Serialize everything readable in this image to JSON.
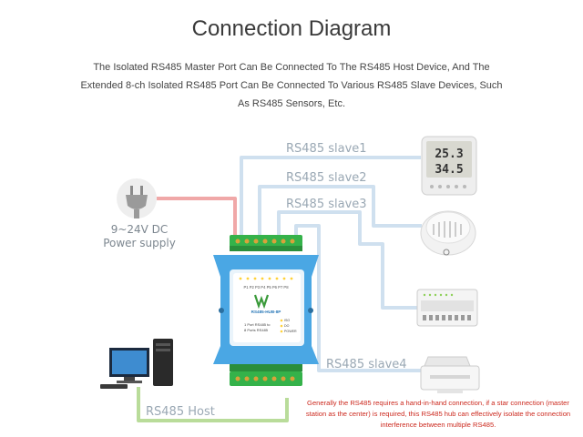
{
  "header": {
    "title": "Connection Diagram",
    "intro_line1": "The Isolated RS485 Master Port Can Be Connected To The RS485 Host Device, And The",
    "intro_line2": "Extended 8-ch Isolated RS485 Port Can Be Connected To Various RS485 Slave Devices, Such",
    "intro_line3": "As RS485 Sensors, Etc."
  },
  "power": {
    "line1": "9~24V DC",
    "line2": "Power supply"
  },
  "slaves": [
    {
      "label": "RS485 slave1",
      "device": "thermo-hygrometer"
    },
    {
      "label": "RS485 slave2",
      "device": "smoke-detector"
    },
    {
      "label": "RS485 slave3",
      "device": "din-rail-module"
    },
    {
      "label": "RS485 slave4",
      "device": "printer"
    }
  ],
  "host": {
    "label": "RS485 Host"
  },
  "device": {
    "model": "RS485-HUB-8P",
    "ports": "P1 P2 P3 P4 P5 P6 P7 P8",
    "desc1": "1 Port RS485 to",
    "desc2": "8 Ports RS485",
    "led1": "ISO",
    "led2": "DO",
    "led3": "POWER"
  },
  "thermo": {
    "reading1": "25.3",
    "reading2": "34.5"
  },
  "note": {
    "line1": "Generally the RS485 requires a hand-in-hand connection, if a star connection (master",
    "line2": "station as the center) is required, this RS485 hub can effectively isolate the connection",
    "line3": "interference between multiple RS485."
  },
  "colors": {
    "slave_line": "#cfe0ef",
    "power_line": "#f0a8a8",
    "host_line": "#b9dc9a",
    "device_blue": "#4aa7e4",
    "terminal_green": "#35b24a",
    "note_red": "#cc2a1f"
  }
}
